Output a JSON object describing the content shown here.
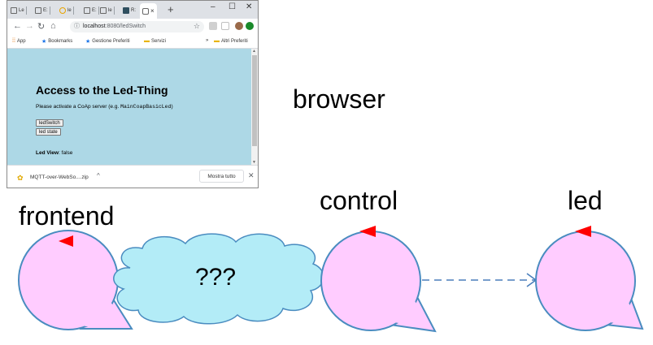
{
  "browser": {
    "tabs": [
      "Le",
      "E:",
      "le",
      "E:",
      "le",
      "R:"
    ],
    "active_tab_close": "×",
    "new_tab": "+",
    "window_controls": {
      "minimize": "–",
      "maximize": "☐",
      "close": "✕"
    },
    "url_host": "localhost",
    "url_rest": ":8080/ledSwitch",
    "bookmarks": [
      {
        "label": "App",
        "icon": "apps-icon"
      },
      {
        "label": "Bookmarks",
        "icon": "star-icon"
      },
      {
        "label": "Gestione Preferiti",
        "icon": "star-icon"
      },
      {
        "label": "Servizi",
        "icon": "folder-icon"
      }
    ],
    "bookmarks_more": "»",
    "other_bookmarks": "Altri Preferiti",
    "page": {
      "title": "Access to the Led-Thing",
      "instructions_prefix": "Please activate a CoAp server (e.g. ",
      "instructions_code": "MainCoapBasicLed",
      "instructions_suffix": ")",
      "led_switch_button": "ledSwitch",
      "led_state_button": "led state",
      "led_view_label": "Led View",
      "led_view_value": ": false"
    },
    "download": {
      "filename": "MQTT-over-WebSo....zip",
      "chevron": "^",
      "show_all": "Mostra tutto",
      "close": "✕"
    },
    "colors": {
      "page_background": "#add8e6"
    }
  },
  "diagram": {
    "label_browser": "browser",
    "label_frontend": "frontend",
    "label_control": "control",
    "label_led": "led",
    "cloud_text": "???",
    "colors": {
      "actor_fill": "#ffccff",
      "actor_stroke": "#4a8cc0",
      "marker": "#ff0000",
      "cloud_fill": "#b3ecf7",
      "cloud_stroke": "#4a8cc0",
      "arrow": "#4a7ebb"
    }
  }
}
